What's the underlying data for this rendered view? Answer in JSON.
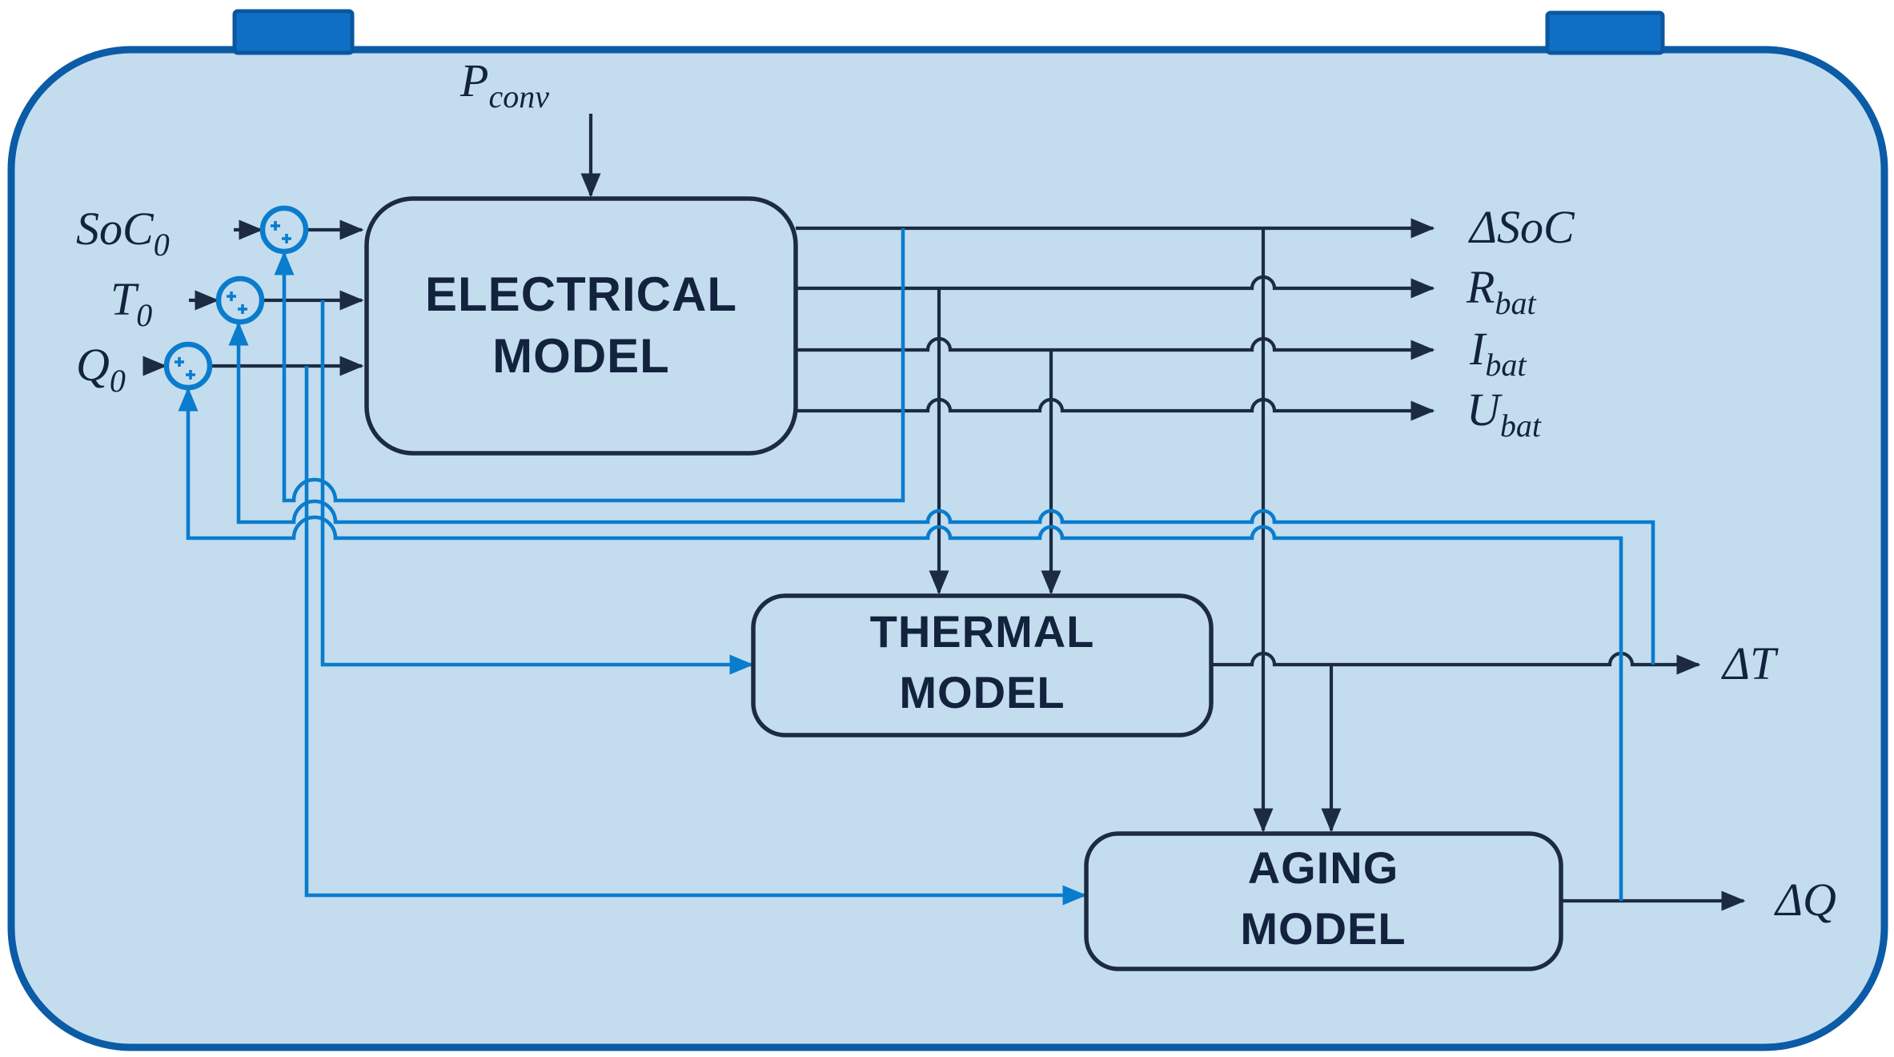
{
  "colors": {
    "canvas_bg": "#ffffff",
    "body_fill": "#c3ddef",
    "body_border": "#0b5ba6",
    "terminal_fill": "#0e6fc4",
    "terminal_border": "#0a57a0",
    "line_dark": "#1c2b42",
    "line_blue": "#0a7ccd",
    "text_dark": "#13233d"
  },
  "blocks": {
    "electrical": {
      "line1": "ELECTRICAL",
      "line2": "MODEL"
    },
    "thermal": {
      "line1": "THERMAL",
      "line2": "MODEL"
    },
    "aging": {
      "line1": "AGING",
      "line2": "MODEL"
    }
  },
  "inputs": {
    "p_conv": {
      "main": "P",
      "sub": "conv"
    },
    "soc0": {
      "main": "SoC",
      "sub": "0"
    },
    "t0": {
      "main": "T",
      "sub": "0"
    },
    "q0": {
      "main": "Q",
      "sub": "0"
    }
  },
  "outputs": {
    "delta_soc": {
      "main": "ΔSoC",
      "sub": ""
    },
    "r_bat": {
      "main": "R",
      "sub": "bat"
    },
    "i_bat": {
      "main": "I",
      "sub": "bat"
    },
    "u_bat": {
      "main": "U",
      "sub": "bat"
    },
    "delta_t": {
      "main": "ΔT",
      "sub": ""
    },
    "delta_q": {
      "main": "ΔQ",
      "sub": ""
    }
  }
}
